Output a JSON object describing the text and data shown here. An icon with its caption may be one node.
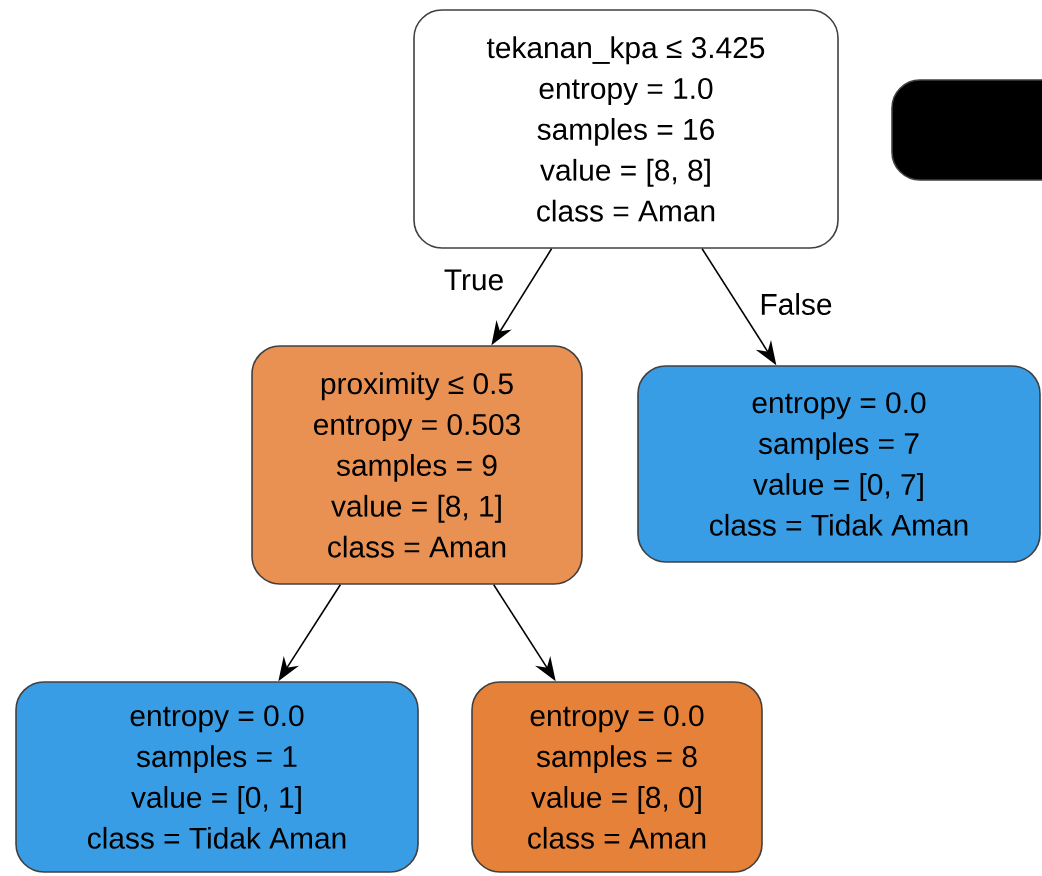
{
  "diagram": {
    "nodes": [
      {
        "text": [
          "tekanan_kpa ≤ 3.425",
          "entropy = 1.0",
          "samples = 16",
          "value = [8, 8]",
          "class = Aman"
        ]
      },
      {
        "text": [
          "proximity ≤ 0.5",
          "entropy = 0.503",
          "samples = 9",
          "value = [8, 1]",
          "class = Aman"
        ]
      },
      {
        "text": [
          "entropy = 0.0",
          "samples = 7",
          "value = [0, 7]",
          "class = Tidak Aman"
        ]
      },
      {
        "text": [
          "entropy = 0.0",
          "samples = 1",
          "value = [0, 1]",
          "class = Tidak Aman"
        ]
      },
      {
        "text": [
          "entropy = 0.0",
          "samples = 8",
          "value = [8, 0]",
          "class = Aman"
        ]
      },
      {
        "text": [],
        "shape": "box"
      }
    ],
    "edges": [
      {
        "from": 0,
        "to": 1,
        "arrow": "to",
        "label": "True"
      },
      {
        "from": 0,
        "to": 2,
        "arrow": "to",
        "label": "False"
      },
      {
        "from": 1,
        "to": 3,
        "arrow": "to"
      },
      {
        "from": 1,
        "to": 4,
        "arrow": "to"
      }
    ]
  }
}
